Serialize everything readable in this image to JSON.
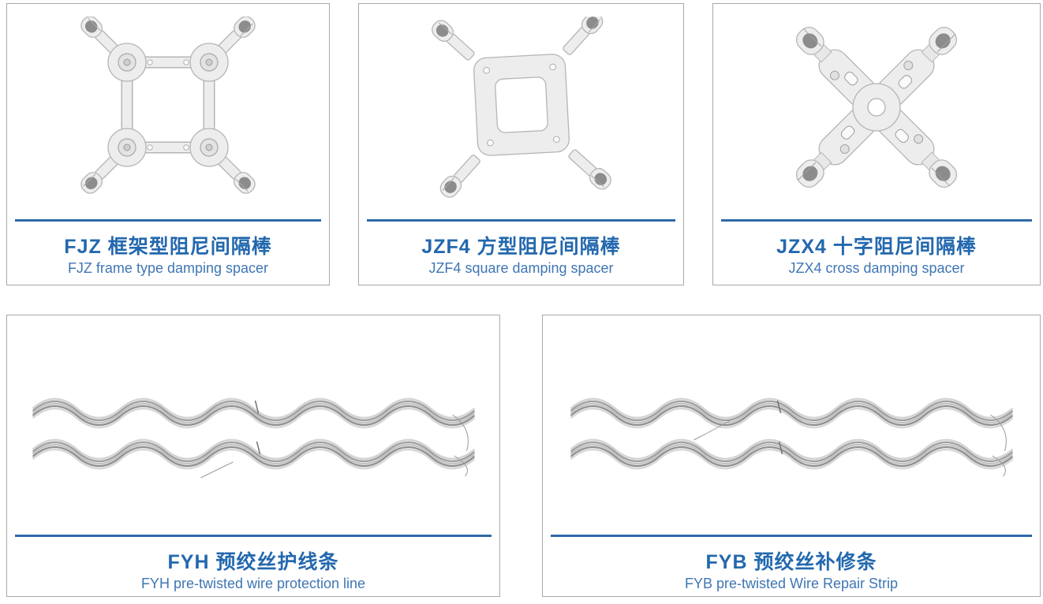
{
  "colors": {
    "background": "#ffffff",
    "card_border": "#a9a9a9",
    "divider_blue": "#2f6aa7",
    "title_blue": "#2368ae",
    "subtitle_blue": "#3f76b4",
    "metal_light": "#ededed",
    "metal_outline": "#b5b5b5",
    "clamp_dark": "#8c8c8c"
  },
  "cards": [
    {
      "id": "fjz",
      "image": "fjz-frame-type-damping-spacer-photo",
      "title_cn": "FJZ 框架型阻尼间隔棒",
      "title_en": "FJZ frame type damping spacer"
    },
    {
      "id": "jzf4",
      "image": "jzf4-square-damping-spacer-photo",
      "title_cn": "JZF4 方型阻尼间隔棒",
      "title_en": "JZF4 square damping spacer"
    },
    {
      "id": "jzx4",
      "image": "jzx4-cross-damping-spacer-photo",
      "title_cn": "JZX4 十字阻尼间隔棒",
      "title_en": "JZX4 cross damping spacer"
    },
    {
      "id": "fyh",
      "image": "fyh-pre-twisted-wire-photo",
      "title_cn": "FYH 预绞丝护线条",
      "title_en": "FYH pre-twisted wire protection line"
    },
    {
      "id": "fyb",
      "image": "fyb-pre-twisted-wire-photo",
      "title_cn": "FYB 预绞丝补修条",
      "title_en": "FYB pre-twisted Wire Repair Strip"
    }
  ]
}
